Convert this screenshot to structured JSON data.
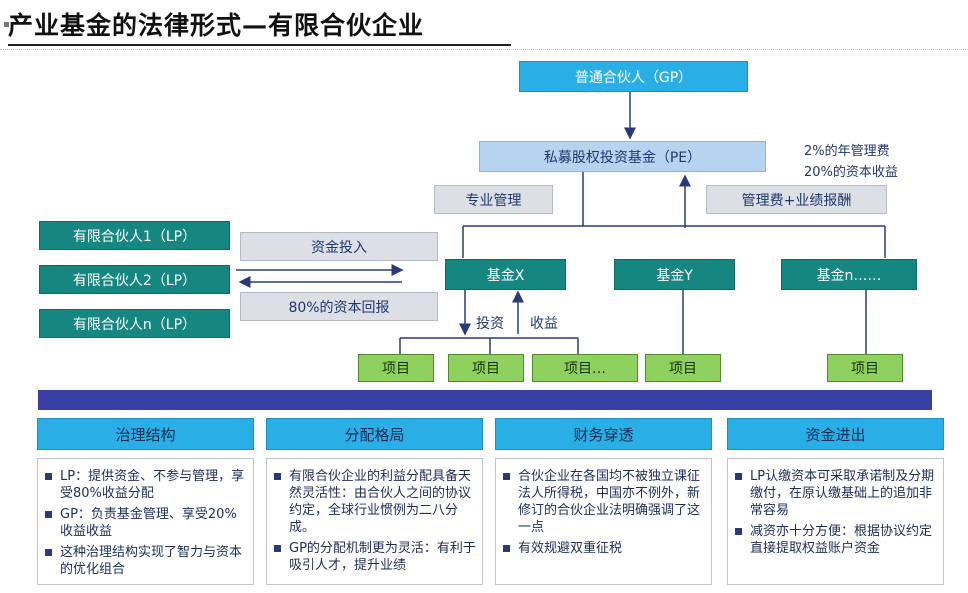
{
  "title": "产业基金的法律形式—有限合伙企业",
  "structure": {
    "gp": "普通合伙人（GP）",
    "pe": "私募股权投资基金（PE）",
    "fee_note_1": "2%的年管理费",
    "fee_note_2": "20%的资本收益",
    "mgmt": "专业管理",
    "fee_box": "管理费+业绩报酬",
    "lp1": "有限合伙人1（LP）",
    "lp2": "有限合伙人2（LP）",
    "lpn": "有限合伙人n（LP）",
    "capital_in": "资金投入",
    "return_80": "80%的资本回报",
    "fund_x": "基金X",
    "fund_y": "基金Y",
    "fund_n": "基金n……",
    "invest_label": "投资",
    "income_label": "收益",
    "projects": [
      "项目",
      "项目",
      "项目…",
      "项目",
      "项目"
    ]
  },
  "sections": [
    {
      "heading": "治理结构",
      "items": [
        "LP：提供资金、不参与管理，享受80%收益分配",
        "GP：负责基金管理、享受20%收益收益",
        "这种治理结构实现了智力与资本的优化组合"
      ]
    },
    {
      "heading": "分配格局",
      "items": [
        "有限合伙企业的利益分配具备天然灵活性：由合伙人之间的协议约定，全球行业惯例为二八分成。",
        "GP的分配机制更为灵活：有利于吸引人才，提升业绩"
      ]
    },
    {
      "heading": "财务穿透",
      "items": [
        "合伙企业在各国均不被独立课征法人所得税，中国亦不例外，新修订的合伙企业法明确强调了这一点",
        "有效规避双重征税"
      ]
    },
    {
      "heading": "资金进出",
      "items": [
        "LP认缴资本可采取承诺制及分期缴付，在原认缴基础上的追加非常容易",
        "减资亦十分方便：根据协议约定直接提取权益账户资金"
      ]
    }
  ],
  "colors": {
    "header_blue": "#29aee5",
    "light_blue": "#b6d4f0",
    "teal": "#168780",
    "green": "#8ed15e",
    "band": "#3a3fa6",
    "text_navy": "#1d2c55"
  }
}
